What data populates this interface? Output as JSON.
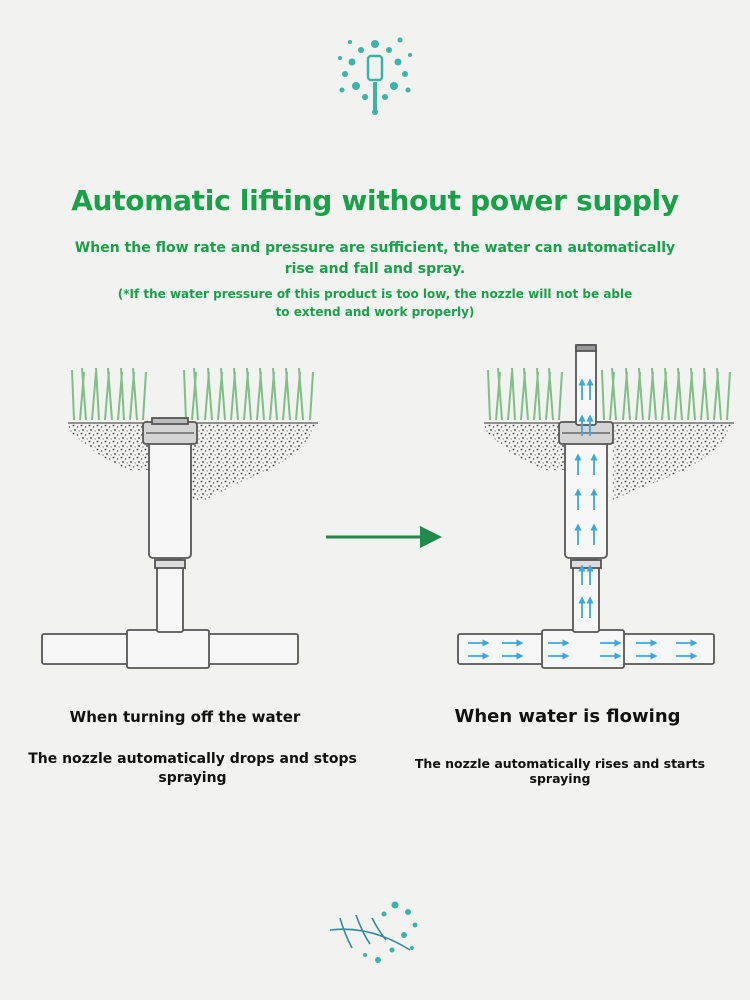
{
  "header": {
    "title": "Automatic lifting without power supply",
    "subtitle": "When the flow rate and pressure are sufficient, the water can automatically rise and fall and spray.",
    "note": "(*If the water pressure of this product is too low, the nozzle will not be able to extend and work properly)"
  },
  "left_panel": {
    "title": "When turning off the water",
    "description": "The nozzle automatically drops and stops spraying"
  },
  "right_panel": {
    "title": "When water is flowing",
    "description": "The nozzle automatically rises and starts spraying"
  },
  "colors": {
    "accent_green": "#1ba04a",
    "arrow_green": "#1f8a4c",
    "water_blue": "#3aa8dc",
    "pipe_fill": "#f7f7f7",
    "pipe_stroke": "#555555",
    "decor_teal": "#3bb3a6"
  },
  "icons": [
    "top-floral-ornament-icon",
    "bottom-floral-ornament-icon",
    "direction-arrow-icon",
    "water-flow-arrow-icon"
  ]
}
